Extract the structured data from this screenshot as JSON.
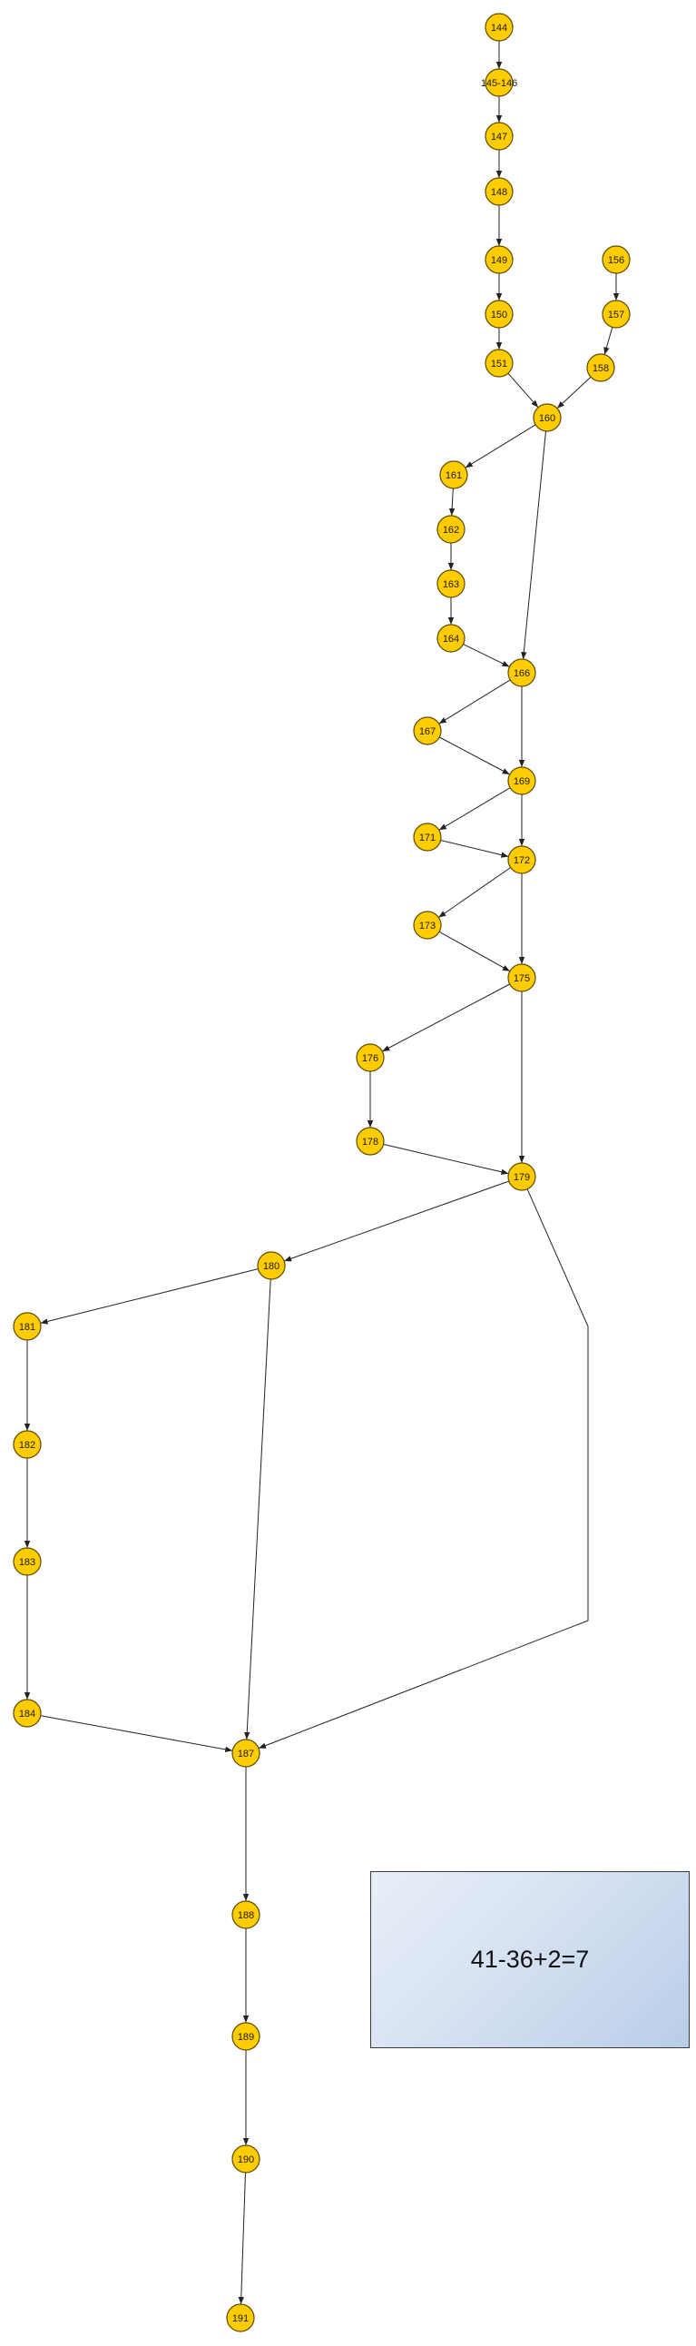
{
  "diagram": {
    "nodes": [
      {
        "id": "144",
        "label": "144"
      },
      {
        "id": "145-146",
        "label": "145-146"
      },
      {
        "id": "147",
        "label": "147"
      },
      {
        "id": "148",
        "label": "148"
      },
      {
        "id": "149",
        "label": "149"
      },
      {
        "id": "150",
        "label": "150"
      },
      {
        "id": "151",
        "label": "151"
      },
      {
        "id": "156",
        "label": "156"
      },
      {
        "id": "157",
        "label": "157"
      },
      {
        "id": "158",
        "label": "158"
      },
      {
        "id": "160",
        "label": "160"
      },
      {
        "id": "161",
        "label": "161"
      },
      {
        "id": "162",
        "label": "162"
      },
      {
        "id": "163",
        "label": "163"
      },
      {
        "id": "164",
        "label": "164"
      },
      {
        "id": "166",
        "label": "166"
      },
      {
        "id": "167",
        "label": "167"
      },
      {
        "id": "169",
        "label": "169"
      },
      {
        "id": "171",
        "label": "171"
      },
      {
        "id": "172",
        "label": "172"
      },
      {
        "id": "173",
        "label": "173"
      },
      {
        "id": "175",
        "label": "175"
      },
      {
        "id": "176",
        "label": "176"
      },
      {
        "id": "178",
        "label": "178"
      },
      {
        "id": "179",
        "label": "179"
      },
      {
        "id": "180",
        "label": "180"
      },
      {
        "id": "181",
        "label": "181"
      },
      {
        "id": "182",
        "label": "182"
      },
      {
        "id": "183",
        "label": "183"
      },
      {
        "id": "184",
        "label": "184"
      },
      {
        "id": "187",
        "label": "187"
      },
      {
        "id": "188",
        "label": "188"
      },
      {
        "id": "189",
        "label": "189"
      },
      {
        "id": "190",
        "label": "190"
      },
      {
        "id": "191",
        "label": "191"
      }
    ],
    "edges": [
      [
        "144",
        "145-146"
      ],
      [
        "145-146",
        "147"
      ],
      [
        "147",
        "148"
      ],
      [
        "148",
        "149"
      ],
      [
        "149",
        "150"
      ],
      [
        "150",
        "151"
      ],
      [
        "151",
        "160"
      ],
      [
        "156",
        "157"
      ],
      [
        "157",
        "158"
      ],
      [
        "158",
        "160"
      ],
      [
        "160",
        "161"
      ],
      [
        "160",
        "166"
      ],
      [
        "161",
        "162"
      ],
      [
        "162",
        "163"
      ],
      [
        "163",
        "164"
      ],
      [
        "164",
        "166"
      ],
      [
        "166",
        "167"
      ],
      [
        "166",
        "169"
      ],
      [
        "167",
        "169"
      ],
      [
        "169",
        "171"
      ],
      [
        "169",
        "172"
      ],
      [
        "171",
        "172"
      ],
      [
        "172",
        "173"
      ],
      [
        "172",
        "175"
      ],
      [
        "173",
        "175"
      ],
      [
        "175",
        "176"
      ],
      [
        "175",
        "179"
      ],
      [
        "176",
        "178"
      ],
      [
        "178",
        "179"
      ],
      [
        "179",
        "180"
      ],
      [
        "179",
        "187"
      ],
      [
        "180",
        "181"
      ],
      [
        "180",
        "187"
      ],
      [
        "181",
        "182"
      ],
      [
        "182",
        "183"
      ],
      [
        "183",
        "184"
      ],
      [
        "184",
        "187"
      ],
      [
        "187",
        "188"
      ],
      [
        "188",
        "189"
      ],
      [
        "189",
        "190"
      ],
      [
        "190",
        "191"
      ]
    ]
  },
  "formula": {
    "text": "41-36+2=7"
  }
}
